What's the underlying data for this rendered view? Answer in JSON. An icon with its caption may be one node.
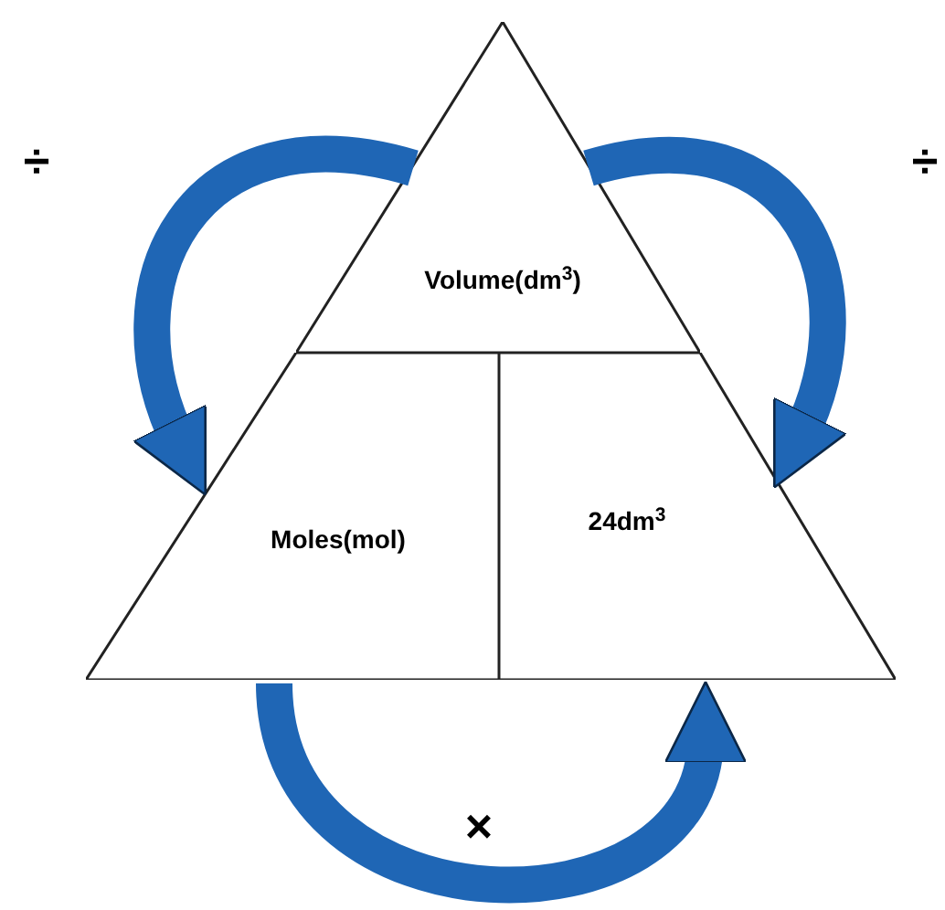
{
  "diagram": {
    "nodes": [
      {
        "text": [
          "Volume(dm$^{3}$)"
        ]
      },
      {
        "text": [
          "Moles(mol)"
        ]
      },
      {
        "text": [
          "24dm$^{3}$"
        ]
      }
    ],
    "edges": [
      {
        "from": 0,
        "to": 1,
        "arrow": "to",
        "label": "÷"
      },
      {
        "from": 0,
        "to": 2,
        "arrow": "to",
        "label": "÷"
      },
      {
        "from": 1,
        "to": 2,
        "arrow": "to",
        "label": "×"
      }
    ]
  }
}
